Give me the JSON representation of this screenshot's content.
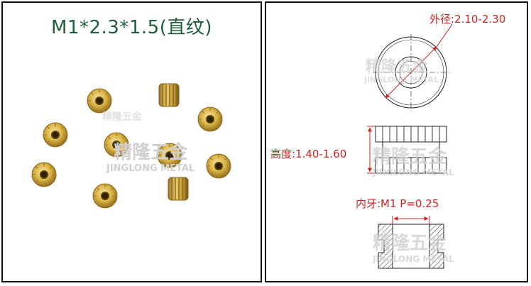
{
  "title": "M1*2.3*1.5(直纹)",
  "watermark": {
    "cn": "精隆五金",
    "en": "JINGLONG METAL"
  },
  "labels": {
    "outer_diameter": "外径:2.10-2.30",
    "height": "高度:1.40-1.60",
    "thread": "内牙:M1  P=0.25"
  },
  "colors": {
    "title": "#1f5e3b",
    "dimension": "#d42020",
    "brass": "#d9b344",
    "line": "#222222"
  },
  "icons": [
    "brass-insert-nut-icon"
  ]
}
